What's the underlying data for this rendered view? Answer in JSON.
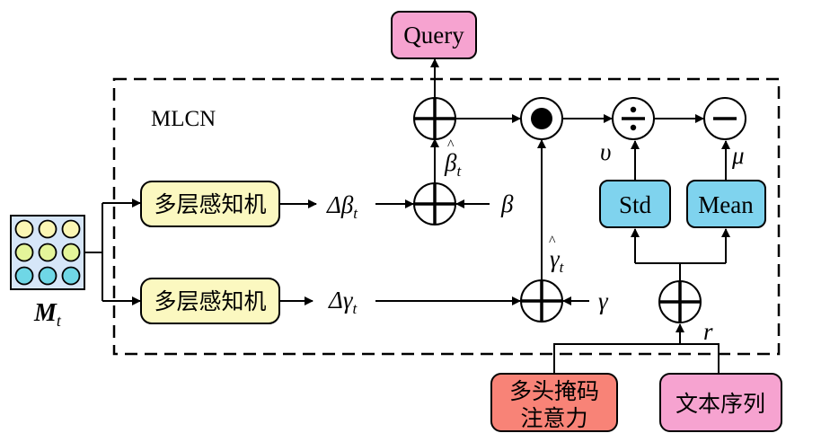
{
  "title": "MLCN",
  "colors": {
    "query": "#f6a3d0",
    "mlp": "#fbf8c0",
    "stat": "#7fd3ee",
    "attention": "#f88377",
    "text_seq": "#f6a3d0",
    "matrix_bg": "#d6e6f8",
    "dot_row1": "#fbf6b4",
    "dot_row2": "#e4f59a",
    "dot_row3": "#6fd7e6"
  },
  "nodes": {
    "input": {
      "symbol": "M",
      "subscript": "t"
    },
    "mlp_top": {
      "label": "多层感知机"
    },
    "mlp_bottom": {
      "label": "多层感知机"
    },
    "query": {
      "label": "Query"
    },
    "std": {
      "label": "Std"
    },
    "mean": {
      "label": "Mean"
    },
    "attention": {
      "line1": "多头掩码",
      "line2": "注意力"
    },
    "text_seq": {
      "label": "文本序列"
    }
  },
  "operators": {
    "add_query": "plus",
    "add_beta": "plus",
    "add_gamma": "plus",
    "add_r": "plus",
    "multiply": "dot",
    "divide": "divide",
    "subtract": "minus"
  },
  "symbols": {
    "delta_beta": {
      "main": "Δβ",
      "sub": "t"
    },
    "delta_gamma": {
      "main": "Δγ",
      "sub": "t"
    },
    "beta": "β",
    "gamma": "γ",
    "beta_hat": {
      "main": "β",
      "sub": "t",
      "hat": "^"
    },
    "gamma_hat": {
      "main": "γ",
      "sub": "t",
      "hat": "^"
    },
    "upsilon": "υ",
    "mu": "μ",
    "r": "r"
  }
}
